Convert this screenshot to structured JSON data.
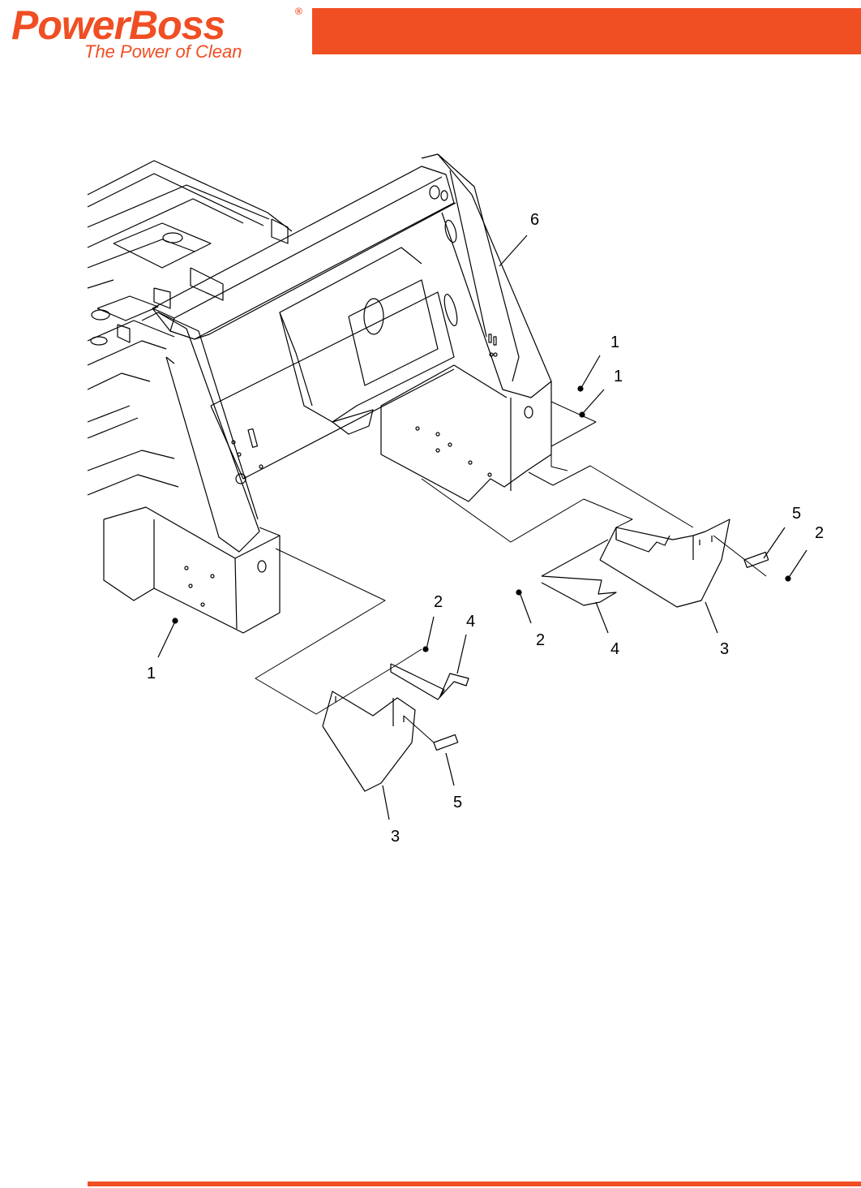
{
  "brand": {
    "name": "PowerBoss",
    "registered_mark": "®",
    "tagline": "The Power of Clean",
    "color": "#f04e23"
  },
  "figure": {
    "callouts": [
      "1",
      "1",
      "1",
      "2",
      "2",
      "2",
      "3",
      "3",
      "4",
      "4",
      "5",
      "5",
      "6"
    ]
  }
}
